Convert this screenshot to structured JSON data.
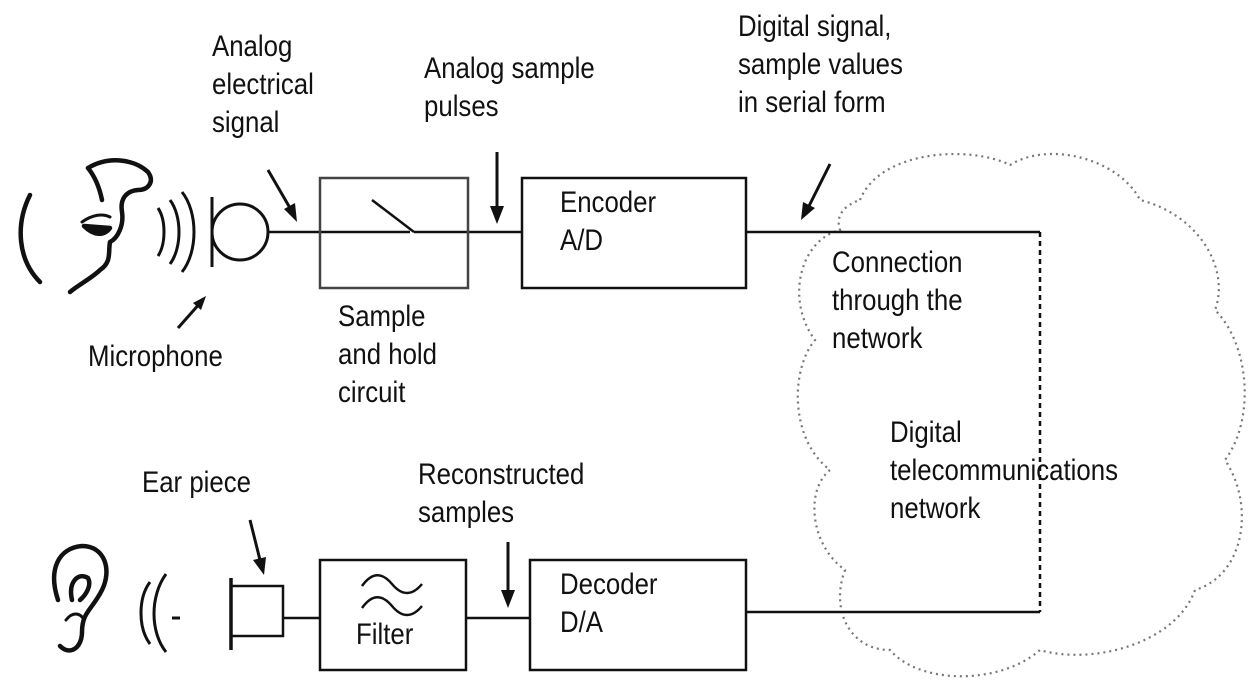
{
  "labels": {
    "analog_signal": [
      "Analog",
      "electrical",
      "signal"
    ],
    "sample_pulses": [
      "Analog sample",
      "pulses"
    ],
    "digital_signal": [
      "Digital signal,",
      "sample values",
      "in serial form"
    ],
    "encoder": [
      "Encoder",
      "A/D"
    ],
    "connection": [
      "Connection",
      "through the",
      "network"
    ],
    "microphone": "Microphone",
    "sample_hold": [
      "Sample",
      "and hold",
      "circuit"
    ],
    "network": [
      "Digital",
      "telecommunications",
      "network"
    ],
    "ear_piece": "Ear piece",
    "reconstructed": [
      "Reconstructed",
      "samples"
    ],
    "decoder": [
      "Decoder",
      "D/A"
    ],
    "filter": "Filter"
  },
  "colors": {
    "ink": "#111111",
    "cloud_outline": "#777777",
    "box_outline": "#444444"
  },
  "icons": {
    "speaker": "face-profile-icon",
    "sound_out": "sound-waves-icon",
    "ear": "ear-icon",
    "sound_in": "sound-waves-icon"
  }
}
